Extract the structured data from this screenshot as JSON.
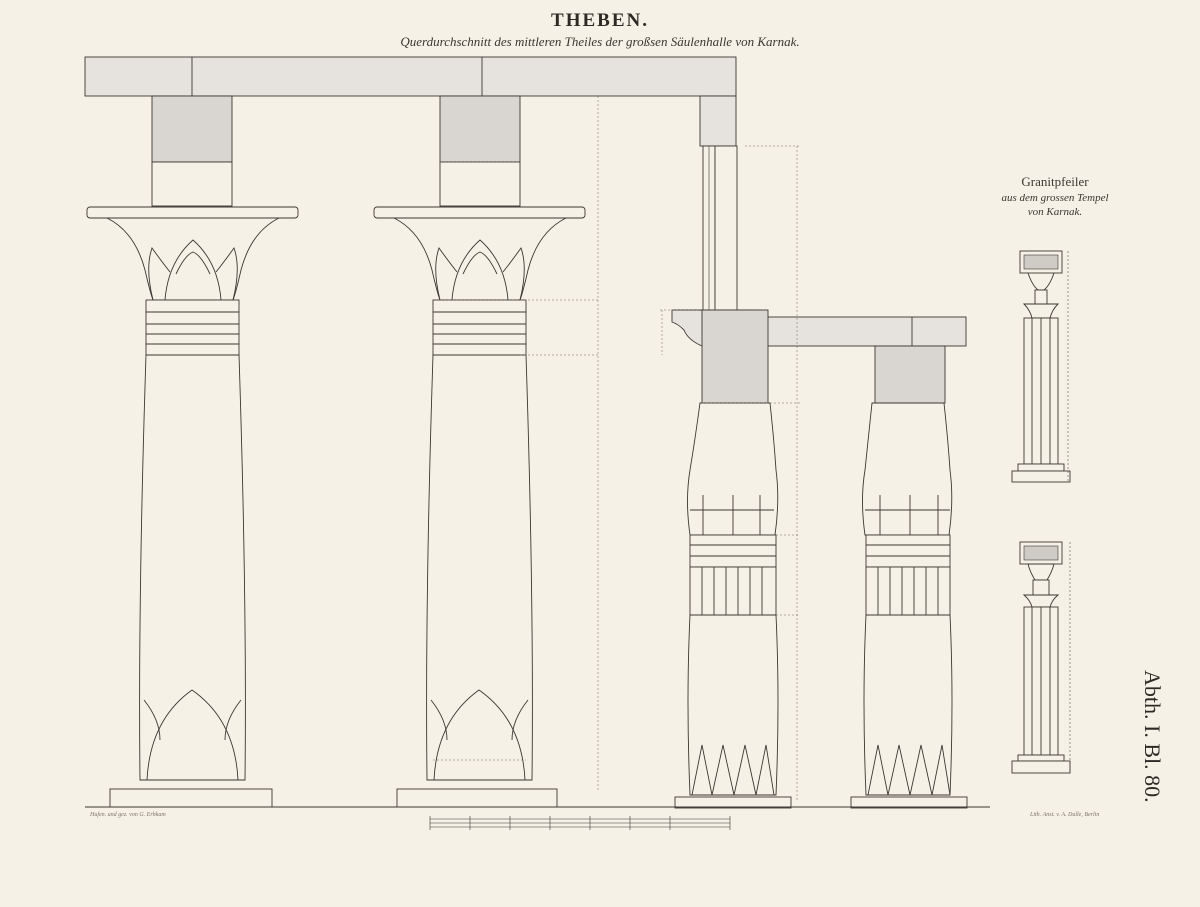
{
  "title": "THEBEN.",
  "subtitle": "Querdurchschnitt des mittleren Theiles der großsen Säulenhalle von Karnak.",
  "side_caption": {
    "line1": "Granitpfeiler",
    "line2": "aus dem grossen Tempel",
    "line3": "von Karnak."
  },
  "plate_number": "Abth. I. Bl. 80.",
  "credits": {
    "left": "Hufen. und gez. von G. Erbkam",
    "right": "Lith. Anst. v. A. Dulle, Berlin"
  },
  "colors": {
    "paper": "#f6f1e6",
    "stone_light": "#e6e3de",
    "stone_dark": "#d9d6d1",
    "ink": "#3b3732"
  }
}
